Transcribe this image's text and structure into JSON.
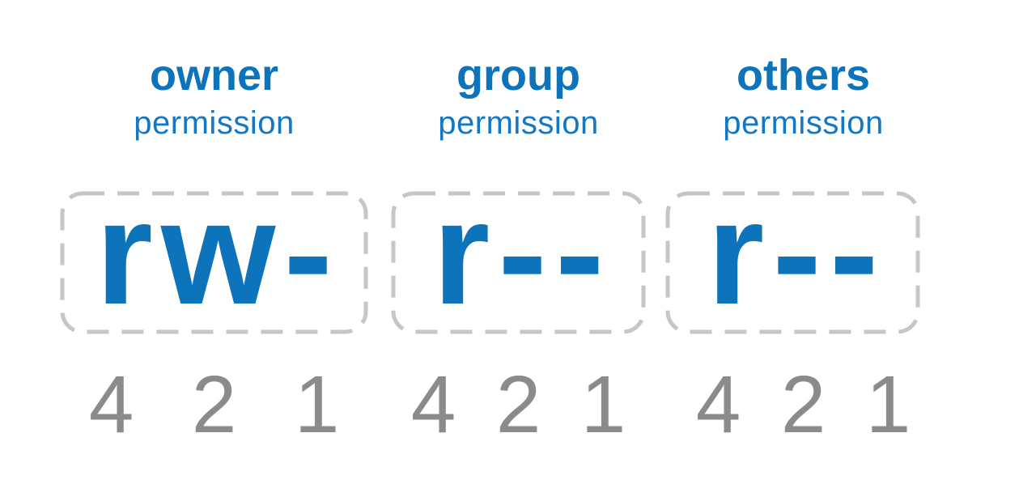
{
  "colors": {
    "blue": "#0d73ba",
    "subtitle_blue": "#1477c4",
    "dash_gray": "#c6c6c6",
    "digit_gray": "#8b8b8b",
    "background": "#ffffff"
  },
  "columns": [
    {
      "title": "owner",
      "subtitle": "permission",
      "permissions": "rw-",
      "digits": [
        "4",
        "2",
        "1"
      ]
    },
    {
      "title": "group",
      "subtitle": "permission",
      "permissions": "r--",
      "digits": [
        "4",
        "2",
        "1"
      ]
    },
    {
      "title": "others",
      "subtitle": "permission",
      "permissions": "r--",
      "digits": [
        "4",
        "2",
        "1"
      ]
    }
  ]
}
